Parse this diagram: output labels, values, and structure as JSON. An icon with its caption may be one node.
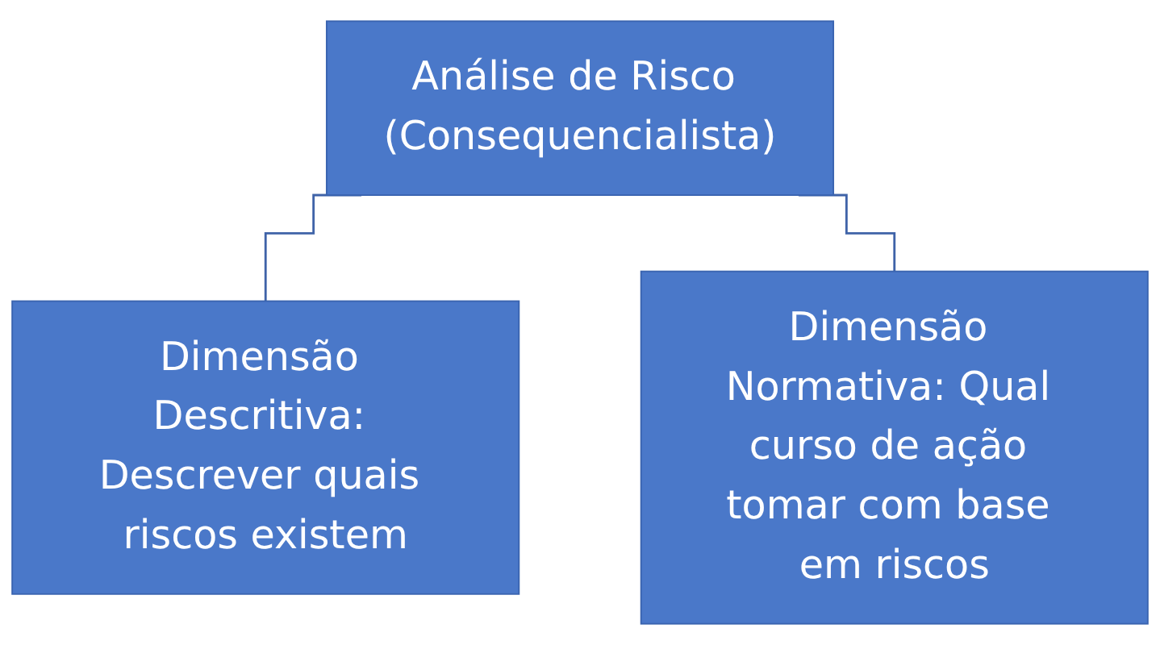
{
  "diagram": {
    "nodes": [
      {
        "text": [
          "Análise de Risco (Consequencialista)"
        ]
      },
      {
        "text": [
          "Dimensão Descritiva: Descrever quais riscos existem"
        ]
      },
      {
        "text": [
          "Dimensão Normativa: Qual curso de ação tomar com base em riscos"
        ]
      }
    ],
    "edges": [
      {
        "from": 0,
        "to": 1,
        "arrow": "none"
      },
      {
        "from": 0,
        "to": 2,
        "arrow": "none"
      }
    ]
  }
}
